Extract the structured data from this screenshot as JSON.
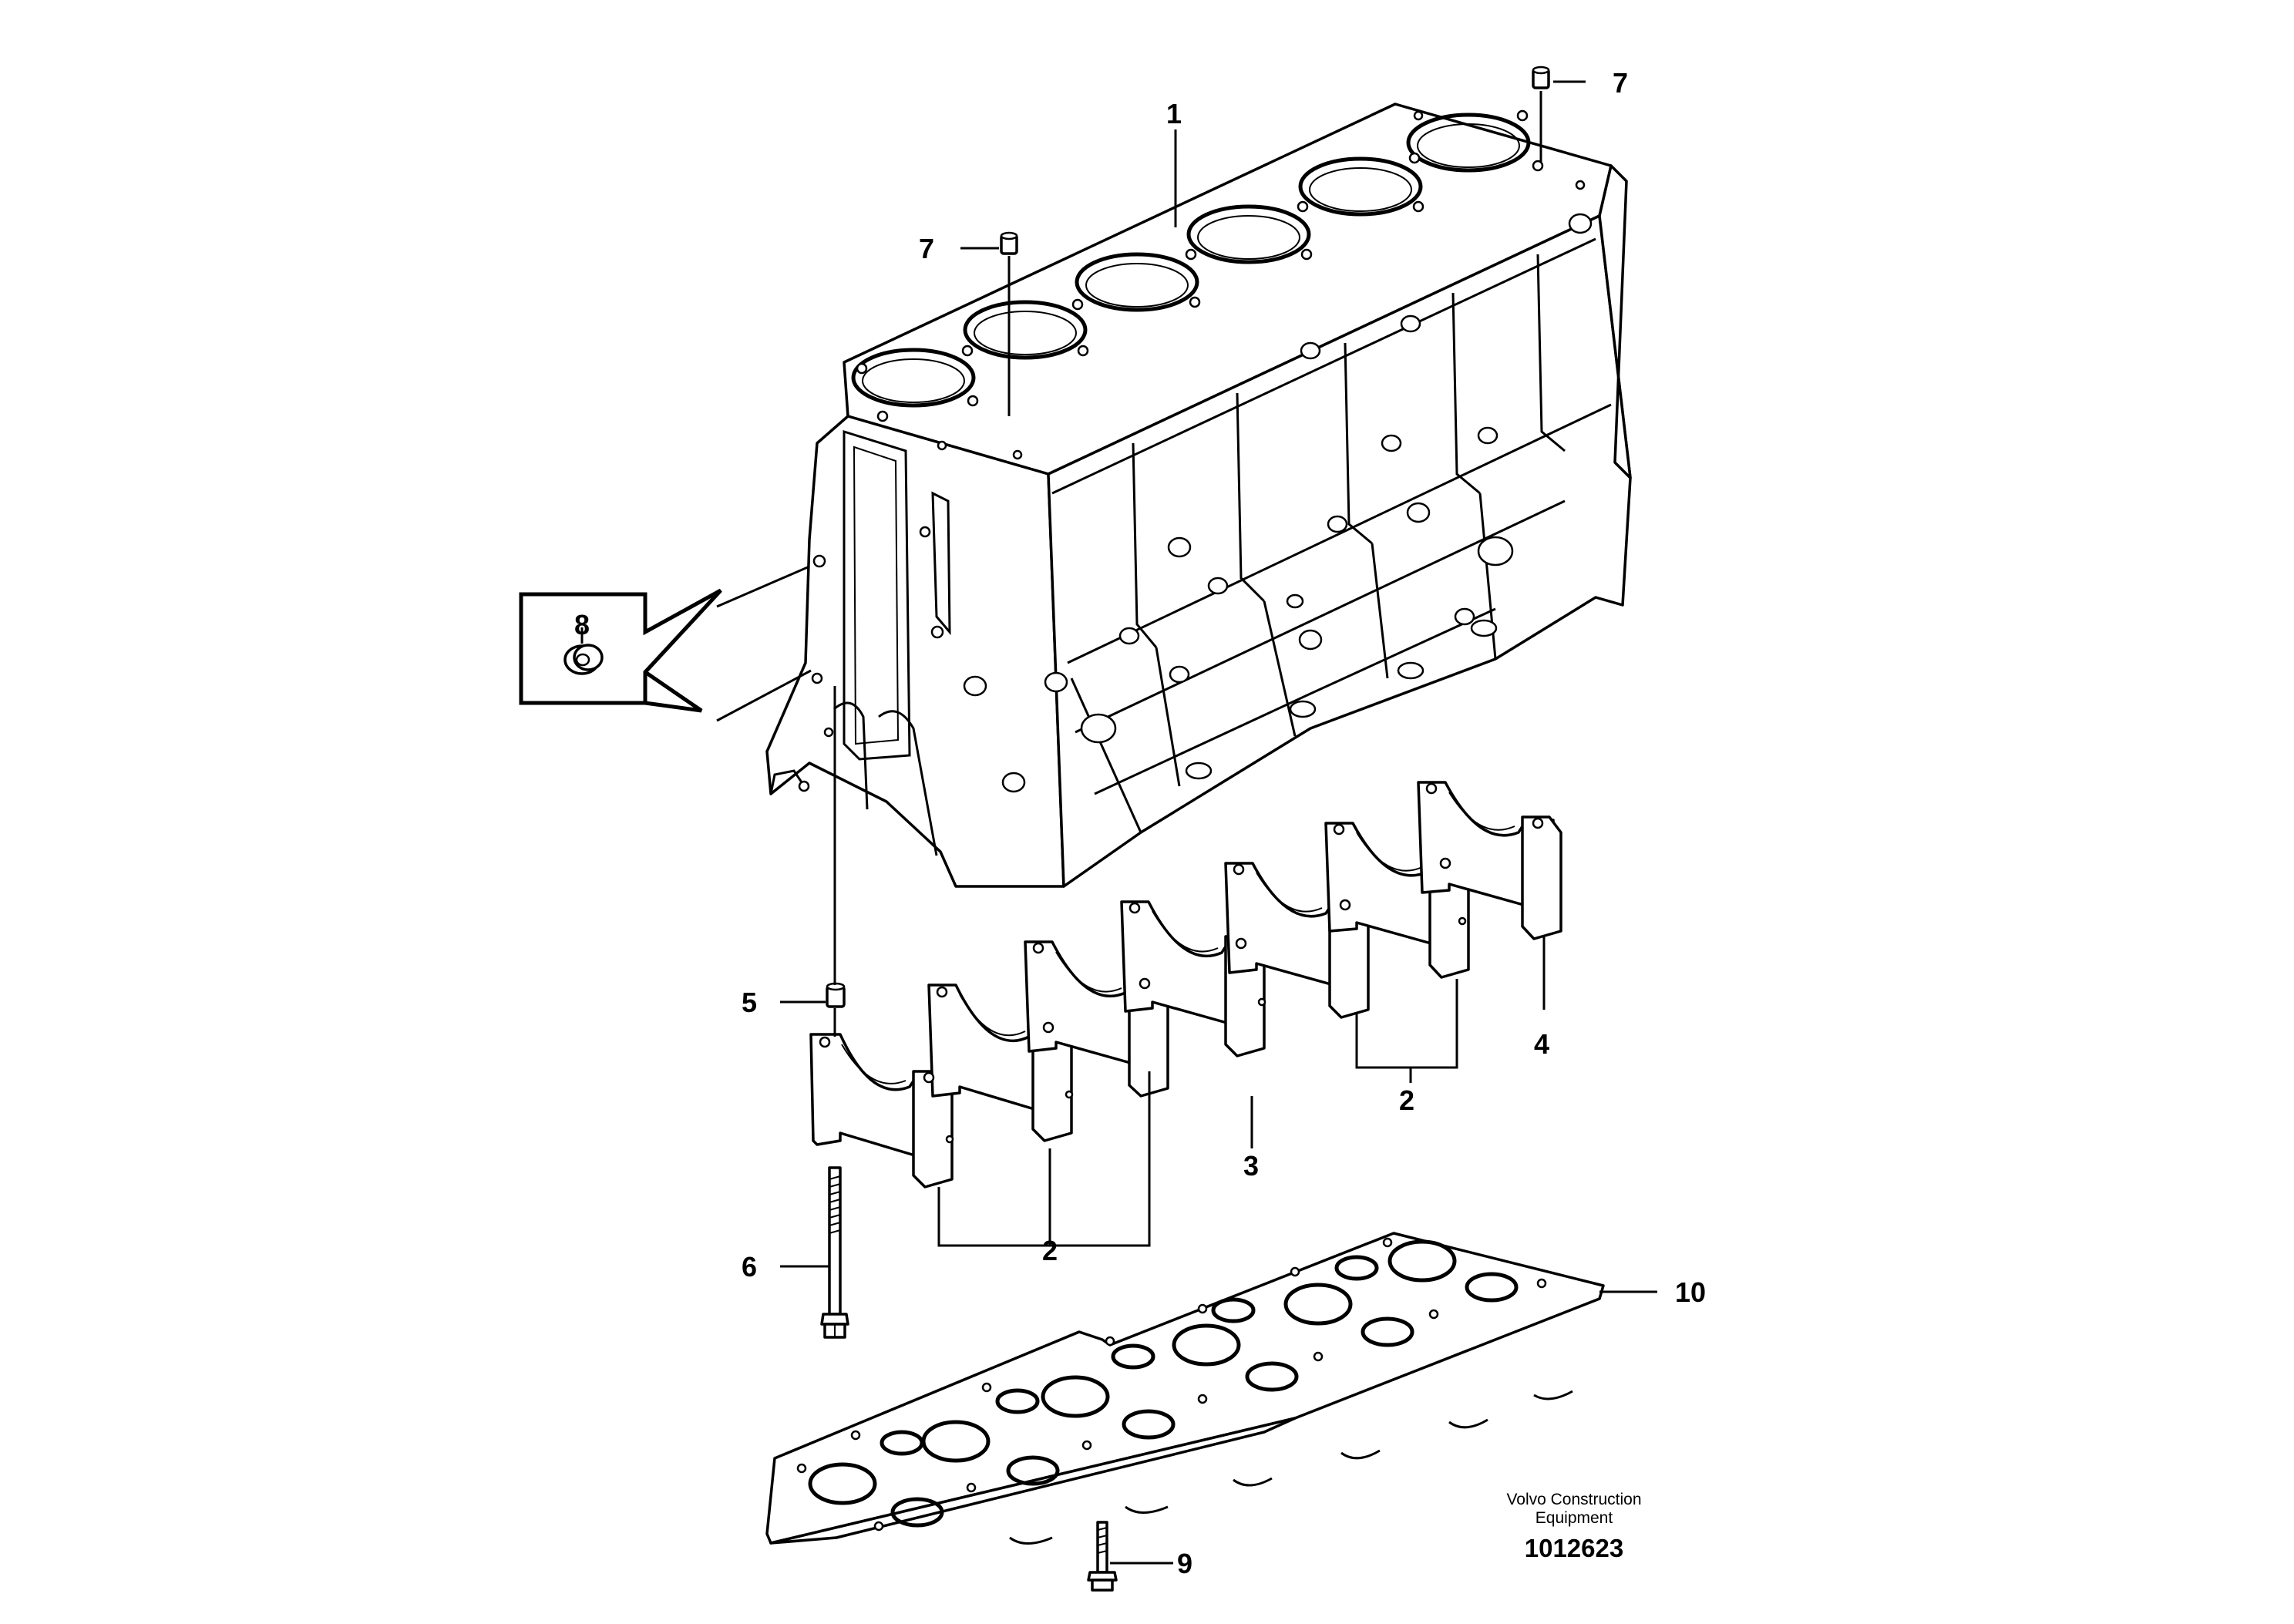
{
  "diagram": {
    "callouts": [
      {
        "id": "c1",
        "text": "1"
      },
      {
        "id": "c2a",
        "text": "2"
      },
      {
        "id": "c2b",
        "text": "2"
      },
      {
        "id": "c3",
        "text": "3"
      },
      {
        "id": "c4",
        "text": "4"
      },
      {
        "id": "c5",
        "text": "5"
      },
      {
        "id": "c6",
        "text": "6"
      },
      {
        "id": "c7a",
        "text": "7"
      },
      {
        "id": "c7b",
        "text": "7"
      },
      {
        "id": "c8",
        "text": "8"
      },
      {
        "id": "c9",
        "text": "9"
      },
      {
        "id": "c10",
        "text": "10"
      }
    ],
    "credit_line1": "Volvo Construction",
    "credit_line2": "Equipment",
    "drawing_number": "1012623"
  }
}
